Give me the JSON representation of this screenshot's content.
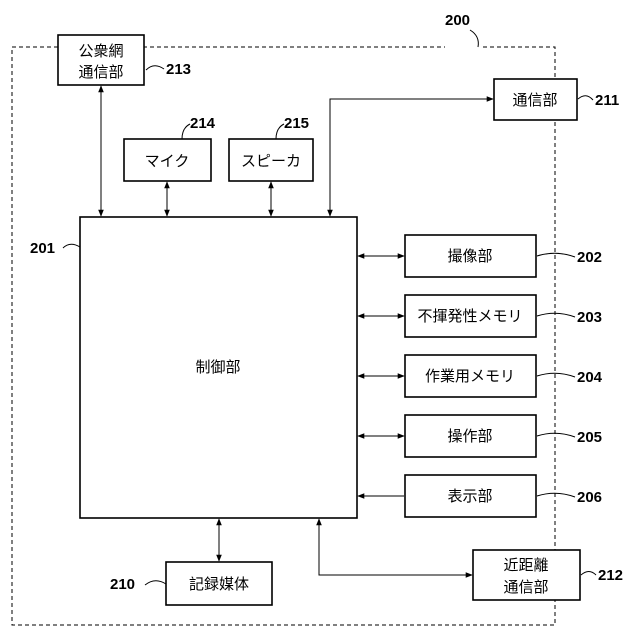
{
  "device": {
    "ref": "200"
  },
  "control": {
    "label": "制御部",
    "ref": "201"
  },
  "imaging": {
    "label": "撮像部",
    "ref": "202"
  },
  "nonvolatile_memory": {
    "label": "不揮発性メモリ",
    "ref": "203"
  },
  "work_memory": {
    "label": "作業用メモリ",
    "ref": "204"
  },
  "operation": {
    "label": "操作部",
    "ref": "205"
  },
  "display": {
    "label": "表示部",
    "ref": "206"
  },
  "recording_medium": {
    "label": "記録媒体",
    "ref": "210"
  },
  "communication": {
    "label": "通信部",
    "ref": "211"
  },
  "short_range_comm": {
    "label_line1": "近距離",
    "label_line2": "通信部",
    "ref": "212"
  },
  "public_network_comm": {
    "label_line1": "公衆網",
    "label_line2": "通信部",
    "ref": "213"
  },
  "microphone": {
    "label": "マイク",
    "ref": "214"
  },
  "speaker": {
    "label": "スピーカ",
    "ref": "215"
  }
}
